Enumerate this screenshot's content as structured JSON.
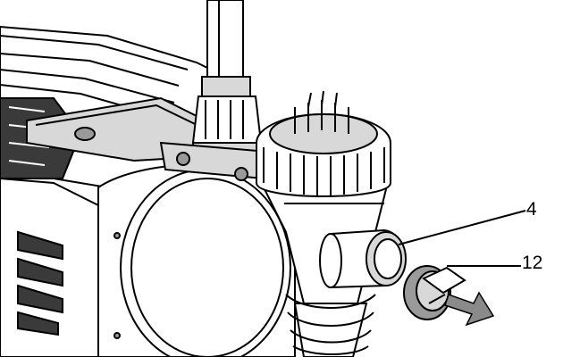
{
  "callouts": [
    {
      "label": "4",
      "part": "outlet-port"
    },
    {
      "label": "12",
      "part": "drain-plug"
    }
  ],
  "colors": {
    "line": "#000000",
    "fill": "#ffffff",
    "light_shade": "#d8d8d8",
    "mid_shade": "#9a9a9a",
    "dark_shade": "#3a3a3a",
    "arrow": "#8a8a8a"
  }
}
